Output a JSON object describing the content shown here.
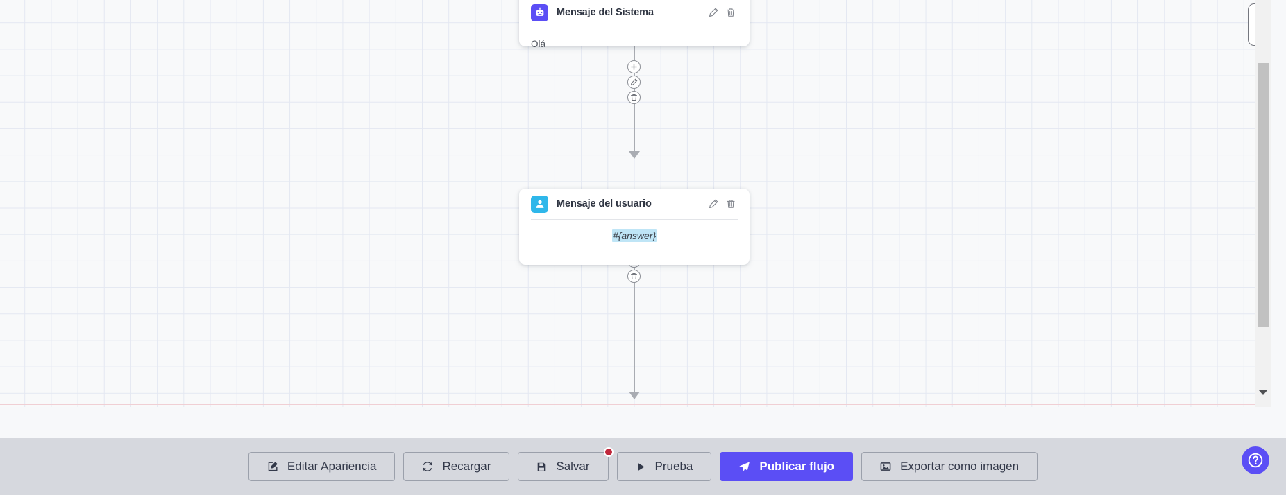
{
  "canvas": {
    "nodes": [
      {
        "id": "system-message",
        "title": "Mensaje del Sistema",
        "icon": "robot-icon",
        "icon_color": "#5b4ef5",
        "body_text": "Olá",
        "body_align": "left",
        "edit_icon": "pencil-icon",
        "delete_icon": "trash-icon"
      },
      {
        "id": "user-message",
        "title": "Mensaje del usuario",
        "icon": "user-icon",
        "icon_color": "#2fb7ea",
        "body_text": "#{answer}",
        "body_align": "center",
        "edit_icon": "pencil-icon",
        "delete_icon": "trash-icon"
      }
    ],
    "connector_buttons": [
      {
        "name": "add-node-button",
        "icon": "plus-icon"
      },
      {
        "name": "edit-connection-button",
        "icon": "pencil-icon"
      },
      {
        "name": "delete-connection-button",
        "icon": "trash-icon"
      }
    ],
    "scrollbar": {
      "name": "vertical-scrollbar",
      "down_arrow_icon": "caret-down-icon"
    }
  },
  "toolbar": {
    "buttons": [
      {
        "name": "edit-appearance-button",
        "label": "Editar Apariencia",
        "icon": "pencil-square-icon",
        "primary": false,
        "badge": false
      },
      {
        "name": "reload-button",
        "label": "Recargar",
        "icon": "refresh-icon",
        "primary": false,
        "badge": false
      },
      {
        "name": "save-button",
        "label": "Salvar",
        "icon": "save-icon",
        "primary": false,
        "badge": true
      },
      {
        "name": "test-button",
        "label": "Prueba",
        "icon": "play-icon",
        "primary": false,
        "badge": false
      },
      {
        "name": "publish-flow-button",
        "label": "Publicar flujo",
        "icon": "send-icon",
        "primary": true,
        "badge": false
      },
      {
        "name": "export-image-button",
        "label": "Exportar como imagen",
        "icon": "image-icon",
        "primary": false,
        "badge": false
      }
    ],
    "help_button": {
      "name": "help-button",
      "icon": "question-circle-icon"
    }
  },
  "colors": {
    "accent_purple": "#5b4ef5",
    "accent_blue": "#2fb7ea",
    "badge_red": "#c0283c",
    "toolbar_bg": "#d6d8de",
    "canvas_bg": "#f8f9fa",
    "grid_line": "#e4e8f2",
    "connector_grey": "#a9acb2",
    "var_highlight": "#bfe5f6"
  }
}
